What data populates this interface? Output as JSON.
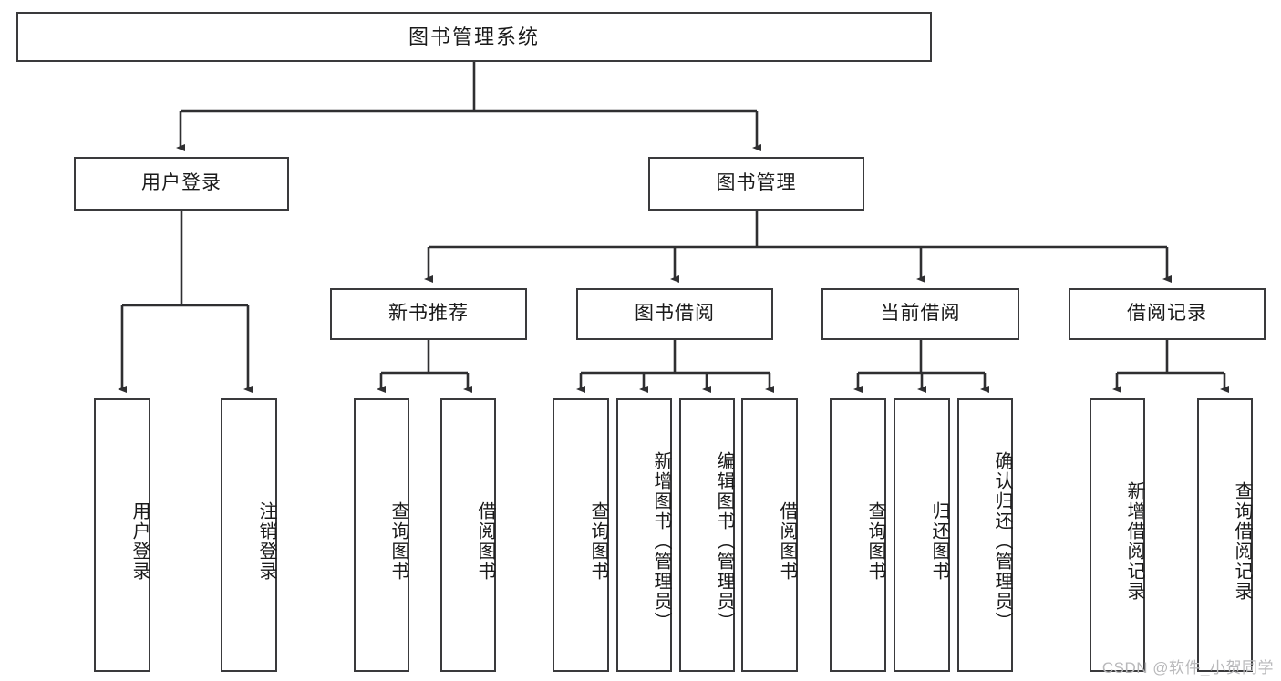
{
  "diagram": {
    "type": "tree",
    "title": "图书管理系统",
    "orientation": "top-down",
    "colors": {
      "node_border": "#3a3a3c",
      "node_fill": "#ffffff",
      "edge": "#2f2f31",
      "text": "#1a1a1a",
      "watermark": "#b9b9bb"
    }
  },
  "nodes": {
    "root": {
      "label": "图书管理系统",
      "level": 1,
      "text_direction": "horizontal"
    },
    "level2": [
      {
        "id": "user-login",
        "label": "用户登录",
        "text_direction": "horizontal"
      },
      {
        "id": "book-management",
        "label": "图书管理",
        "text_direction": "horizontal"
      }
    ],
    "level3": [
      {
        "id": "new-book-recommend",
        "label": "新书推荐",
        "text_direction": "horizontal",
        "parent": "book-management"
      },
      {
        "id": "book-borrow",
        "label": "图书借阅",
        "text_direction": "horizontal",
        "parent": "book-management"
      },
      {
        "id": "current-borrow",
        "label": "当前借阅",
        "text_direction": "horizontal",
        "parent": "book-management"
      },
      {
        "id": "borrow-record",
        "label": "借阅记录",
        "text_direction": "horizontal",
        "parent": "book-management"
      }
    ],
    "leaves": [
      {
        "id": "leaf-user-login",
        "label": "用户登录",
        "parent": "user-login",
        "text_direction": "vertical"
      },
      {
        "id": "leaf-user-logout",
        "label": "注销登录",
        "parent": "user-login",
        "text_direction": "vertical"
      },
      {
        "id": "leaf-query-book-1",
        "label": "查询图书",
        "parent": "new-book-recommend",
        "text_direction": "vertical"
      },
      {
        "id": "leaf-borrow-book-1",
        "label": "借阅图书",
        "parent": "new-book-recommend",
        "text_direction": "vertical"
      },
      {
        "id": "leaf-query-book-2",
        "label": "查询图书",
        "parent": "book-borrow",
        "text_direction": "vertical"
      },
      {
        "id": "leaf-add-book",
        "label": "新增图书（管理员）",
        "parent": "book-borrow",
        "text_direction": "vertical"
      },
      {
        "id": "leaf-edit-book",
        "label": "编辑图书（管理员）",
        "parent": "book-borrow",
        "text_direction": "vertical"
      },
      {
        "id": "leaf-borrow-book-2",
        "label": "借阅图书",
        "parent": "book-borrow",
        "text_direction": "vertical"
      },
      {
        "id": "leaf-query-book-3",
        "label": "查询图书",
        "parent": "current-borrow",
        "text_direction": "vertical"
      },
      {
        "id": "leaf-return-book",
        "label": "归还图书",
        "parent": "current-borrow",
        "text_direction": "vertical"
      },
      {
        "id": "leaf-confirm-return",
        "label": "确认归还（管理员）",
        "parent": "current-borrow",
        "text_direction": "vertical"
      },
      {
        "id": "leaf-add-record",
        "label": "新增借阅记录",
        "parent": "borrow-record",
        "text_direction": "vertical"
      },
      {
        "id": "leaf-query-record",
        "label": "查询借阅记录",
        "parent": "borrow-record",
        "text_direction": "vertical"
      }
    ]
  },
  "watermark": {
    "text": "CSDN @软件_小贺同学"
  }
}
